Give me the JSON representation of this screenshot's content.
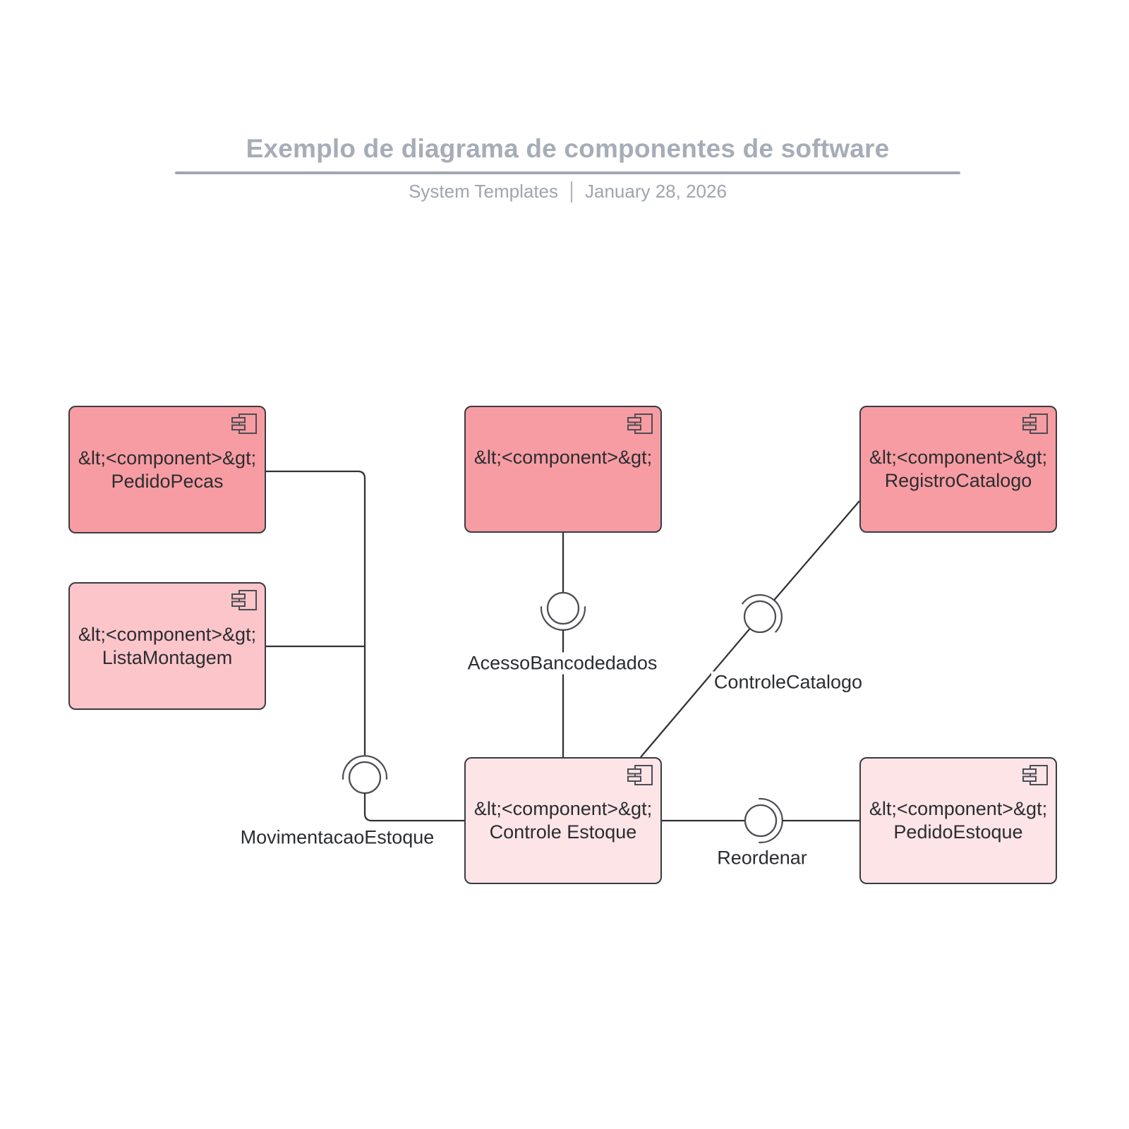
{
  "header": {
    "title": "Exemplo de diagrama de componentes de software",
    "author": "System Templates",
    "date": "January 28, 2026"
  },
  "colors": {
    "component_dark": "#F79CA3",
    "component_medium": "#FBC5CA",
    "component_light": "#FCE4E7",
    "shape_border": "#3A3C41",
    "connector_line": "#2F3134",
    "interface_stroke": "#4B4D52",
    "title_gray": "#A6ADB7"
  },
  "diagram": {
    "components": [
      {
        "stereotype": "&lt;<component>&gt;",
        "name": "PedidoPecas",
        "fill": "#F79CA3"
      },
      {
        "stereotype": "&lt;<component>&gt;",
        "name": "ListaMontagem",
        "fill": "#FBC5CA"
      },
      {
        "stereotype": "&lt;<component>&gt;",
        "name": "",
        "fill": "#F79CA3"
      },
      {
        "stereotype": "&lt;<component>&gt;",
        "name": "RegistroCatalogo",
        "fill": "#F79CA3"
      },
      {
        "stereotype": "&lt;<component>&gt;",
        "name": "Controle Estoque",
        "fill": "#FCE4E7"
      },
      {
        "stereotype": "&lt;<component>&gt;",
        "name": "PedidoEstoque",
        "fill": "#FCE4E7"
      }
    ],
    "interfaces": [
      {
        "name": "MovimentacaoEstoque"
      },
      {
        "name": "AcessoBancodedados"
      },
      {
        "name": "ControleCatalogo"
      },
      {
        "name": "Reordenar"
      }
    ]
  }
}
